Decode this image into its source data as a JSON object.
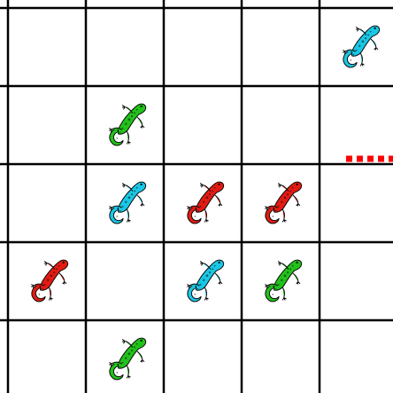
{
  "game": {
    "board": {
      "rows": 5,
      "cols": 5
    },
    "palette": {
      "grid_line": "#000000",
      "cell_bg": "#ffffff",
      "red": "#e31b12",
      "green": "#21c21a",
      "cyan": "#18c8e6",
      "marker": "#ff0000"
    },
    "lizards": [
      {
        "row": 0,
        "col": 4,
        "color": "cyan",
        "icon": "lizard-icon"
      },
      {
        "row": 1,
        "col": 1,
        "color": "green",
        "icon": "lizard-icon"
      },
      {
        "row": 2,
        "col": 1,
        "color": "cyan",
        "icon": "lizard-icon"
      },
      {
        "row": 2,
        "col": 2,
        "color": "red",
        "icon": "lizard-icon"
      },
      {
        "row": 2,
        "col": 3,
        "color": "red",
        "icon": "lizard-icon"
      },
      {
        "row": 3,
        "col": 0,
        "color": "red",
        "icon": "lizard-icon"
      },
      {
        "row": 3,
        "col": 2,
        "color": "cyan",
        "icon": "lizard-icon"
      },
      {
        "row": 3,
        "col": 3,
        "color": "green",
        "icon": "lizard-icon"
      },
      {
        "row": 4,
        "col": 1,
        "color": "green",
        "icon": "lizard-icon"
      }
    ],
    "exit_marker": {
      "row": 2,
      "col": 4,
      "side": "top",
      "style": "dashed",
      "color": "red"
    }
  }
}
